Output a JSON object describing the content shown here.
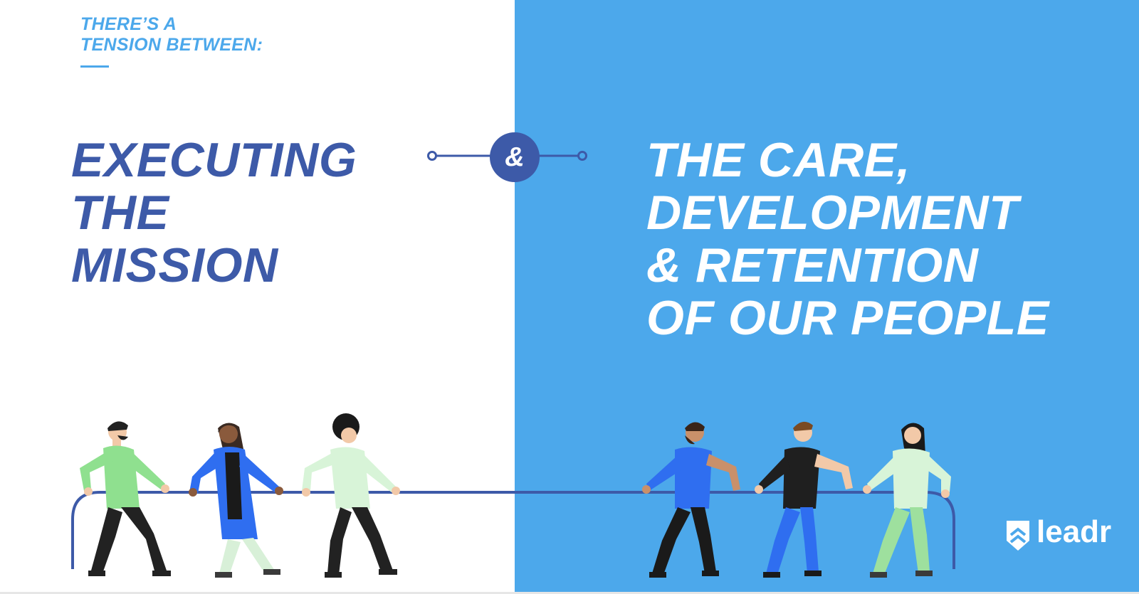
{
  "slide": {
    "kicker": {
      "line1": "THERE’S A",
      "line2": "TENSION BETWEEN:"
    },
    "left_headline": [
      "EXECUTING",
      "THE",
      "MISSION"
    ],
    "connector_symbol": "&",
    "right_headline": [
      "THE CARE,",
      "DEVELOPMENT",
      "& RETENTION",
      "OF OUR PEOPLE"
    ],
    "brand": {
      "name": "leadr",
      "icon": "shield-chevron-logo-icon"
    }
  },
  "colors": {
    "left_background": "#ffffff",
    "right_background": "#4ca8eb",
    "heading_navy": "#3d5aa8",
    "kicker_blue": "#4ca8eb",
    "rope": "#3d5aa8"
  },
  "illustration": {
    "subject": "tug-of-war",
    "left_team_count": 3,
    "right_team_count": 3
  }
}
